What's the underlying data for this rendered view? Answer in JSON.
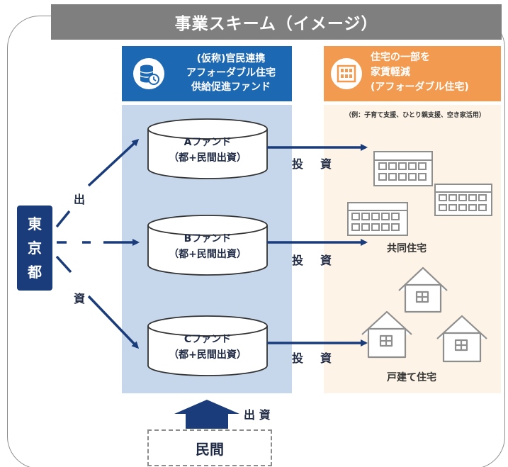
{
  "title": "事業スキーム（イメージ）",
  "tokyo": [
    "東",
    "京",
    "都"
  ],
  "flow_labels": {
    "shutsu": "出",
    "shi": "資",
    "invest_1": "投",
    "invest_2": "資"
  },
  "fund_header": [
    "(仮称)官民連携",
    "アフォーダブル住宅",
    "供給促進ファンド"
  ],
  "funds": [
    {
      "name": "Aファンド",
      "sub": "（都+民間出資）"
    },
    {
      "name": "Bファンド",
      "sub": "（都+民間出資）"
    },
    {
      "name": "Cファンド",
      "sub": "（都+民間出資）"
    }
  ],
  "housing_header": [
    "住宅の一部を",
    "家賃軽減",
    "(アフォーダブル住宅)"
  ],
  "examples": "（例：子育て支援、ひとり親支援、空き家活用）",
  "captions": {
    "apartments": "共同住宅",
    "detached": "戸建て住宅"
  },
  "private": {
    "label": "民間",
    "investment": "出 資"
  },
  "colors": {
    "tokyo": "#1a3c7a",
    "arrow": "#1a3c7a",
    "fund_header": "#1c68b3",
    "fund_panel": "#c6d7ec",
    "house_header": "#f29a4f",
    "house_panel": "#fdf3e6",
    "title_bar": "#7f7f7f"
  },
  "icons": {
    "fund": "coin-stack-icon",
    "housing": "building-icon",
    "apartment": "apartment-building-icon",
    "house": "house-icon"
  }
}
